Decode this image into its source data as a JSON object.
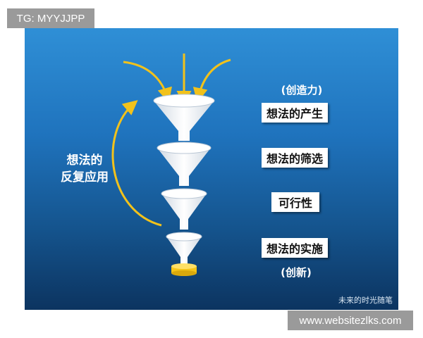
{
  "badges": {
    "top_left": "TG: MYYJJPP",
    "bottom_right": "www.websitezlks.com"
  },
  "diagram": {
    "top_label": "(创造力)",
    "stages": [
      "想法的产生",
      "想法的筛选",
      "可行性",
      "想法的实施"
    ],
    "bottom_label": "(创新)",
    "left_label_line1": "想法的",
    "left_label_line2": "反复应用",
    "watermark": "未来的时光随笔"
  },
  "colors": {
    "arrow": "#f2c21b",
    "funnel": "#ffffff",
    "output_disc": "#f5c518"
  }
}
